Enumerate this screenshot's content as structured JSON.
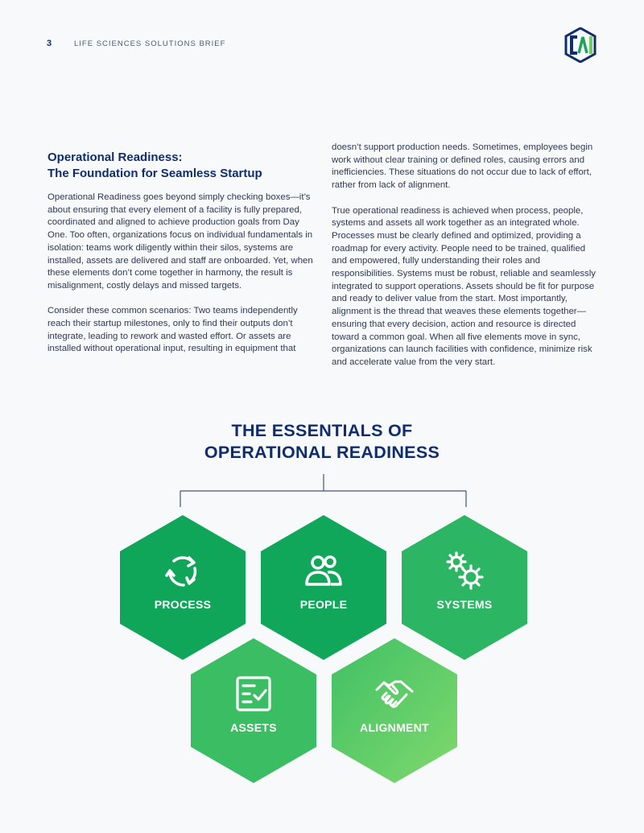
{
  "header": {
    "page_number": "3",
    "title": "LIFE SCIENCES SOLUTIONS BRIEF"
  },
  "section": {
    "heading_line1": "Operational Readiness:",
    "heading_line2": "The Foundation for Seamless Startup",
    "left_paragraphs": [
      "Operational Readiness goes beyond simply checking boxes—it’s about ensuring that every element of a facility is fully prepared, coordinated and aligned to achieve production goals from Day One. Too often, organizations focus on individual fundamentals in isolation: teams work diligently within their silos, systems are installed, assets are delivered and staff are onboarded. Yet, when these elements don’t come together in harmony, the result is misalignment, costly delays and missed targets.",
      "Consider these common scenarios: Two teams independently reach their startup milestones, only to find their outputs don’t integrate, leading to rework and wasted effort. Or assets are installed without operational input, resulting in equipment that"
    ],
    "right_paragraphs": [
      "doesn’t support production needs. Sometimes, employees begin work without clear training or defined roles, causing errors and inefficiencies. These situations do not occur due to lack of effort, rather from lack of alignment.",
      "True operational readiness is achieved when process, people, systems and assets all work together as an integrated whole. Processes must be clearly defined and optimized, providing a roadmap for every activity. People need to be trained, qualified and empowered, fully understanding their roles and responsibilities. Systems must be robust, reliable and seamlessly integrated to support operations. Assets should be fit for purpose and ready to deliver value from the start. Most importantly, alignment is the thread that weaves these elements together—ensuring that every decision, action and resource is directed toward a common goal. When all five elements move in sync, organizations can launch facilities with confidence, minimize risk and accelerate value from the very start."
    ]
  },
  "diagram": {
    "title_line1": "THE ESSENTIALS OF",
    "title_line2": "OPERATIONAL READINESS",
    "items": [
      {
        "label": "PROCESS",
        "icon": "cycle-arrows-icon"
      },
      {
        "label": "PEOPLE",
        "icon": "people-icon"
      },
      {
        "label": "SYSTEMS",
        "icon": "gears-icon"
      },
      {
        "label": "ASSETS",
        "icon": "checklist-icon"
      },
      {
        "label": "ALIGNMENT",
        "icon": "handshake-icon"
      }
    ],
    "colors": {
      "dark_green": "#0aa55c",
      "light_green": "#74d46a",
      "navy": "#0f2d6b",
      "connector": "#41557a"
    }
  }
}
